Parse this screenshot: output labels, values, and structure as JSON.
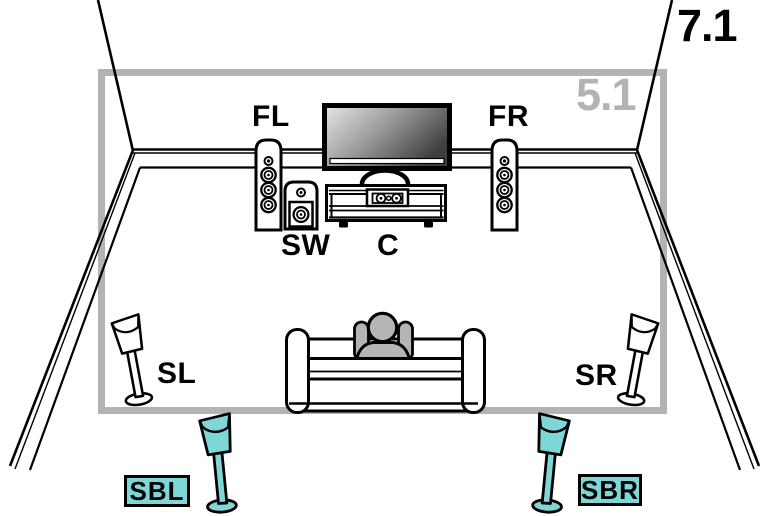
{
  "diagram": {
    "type": "speaker-placement",
    "badges": {
      "full_config": "7.1",
      "base_zone": "5.1"
    },
    "labels": {
      "front_left": "FL",
      "front_right": "FR",
      "center": "C",
      "subwoofer": "SW",
      "surround_left": "SL",
      "surround_right": "SR",
      "surround_back_left": "SBL",
      "surround_back_right": "SBR"
    },
    "colors": {
      "highlight_cyan": "#7FD6D6",
      "muted_gray": "#B3B3B3",
      "person_gray": "#B5B5B5",
      "outline_black": "#000000"
    }
  }
}
